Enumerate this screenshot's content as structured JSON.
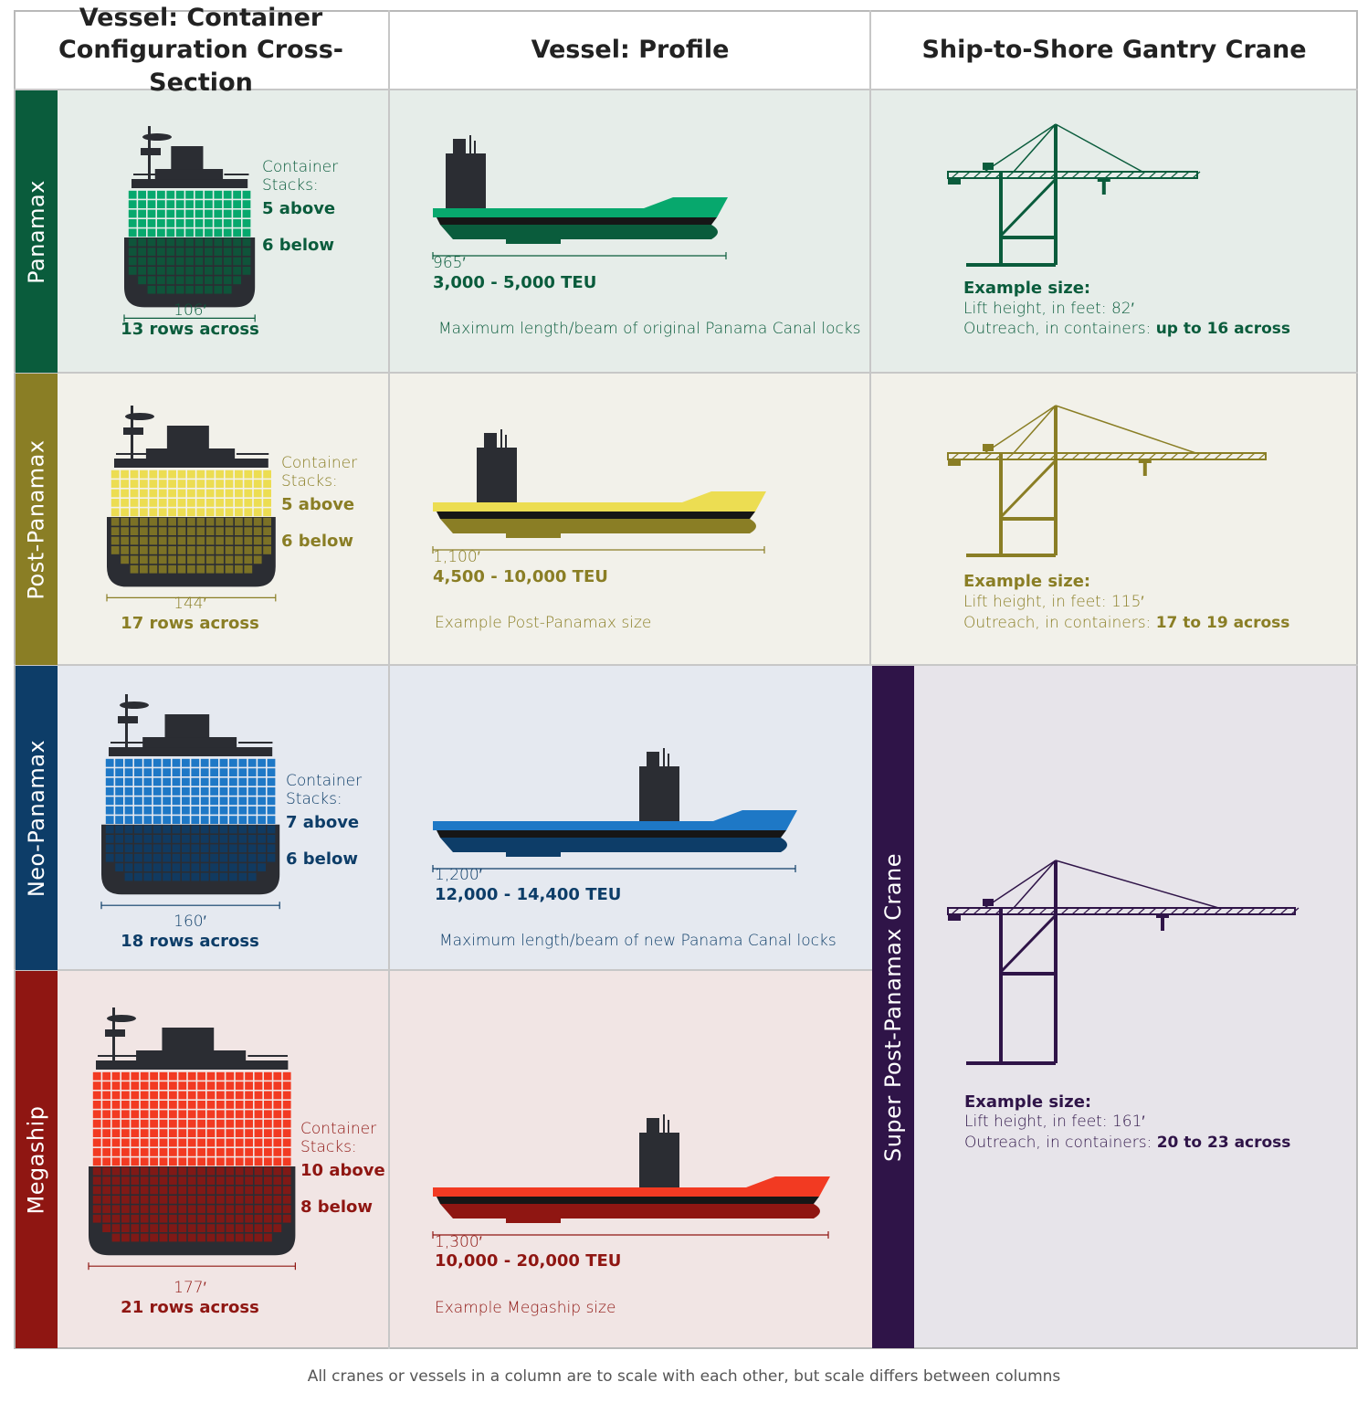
{
  "headers": {
    "col1": "Vessel: Container Configuration Cross-Section",
    "col2": "Vessel: Profile",
    "col3": "Ship-to-Shore Gantry Crane"
  },
  "colors": {
    "panamax": "#0a5c3c",
    "panamax_light": "#07a86d",
    "panamax_bg": "#e6ede9",
    "post": "#8a7e25",
    "post_light": "#ecdd52",
    "post_bg": "#f2f1ea",
    "neo": "#0d3d68",
    "neo_light": "#1e78c6",
    "neo_bg": "#e5e9f0",
    "mega": "#8f1612",
    "mega_light": "#f23a22",
    "mega_bg": "#f1e5e4",
    "super": "#2f1448",
    "super_bg": "#e7e4ea",
    "dark_ship": "#2b2d33"
  },
  "rows": [
    {
      "name": "Panamax",
      "stacks_label": "Container",
      "stacks_label2": "Stacks:",
      "above": "5 above",
      "below": "6 below",
      "beam": "106′",
      "rows_across": "13 rows across",
      "length": "965′",
      "teu": "3,000 - 5,000 TEU",
      "note": "Maximum length/beam of original Panama Canal locks",
      "crane_title": "Example size:",
      "crane_lift": "Lift height, in feet: 82′",
      "crane_out_prefix": "Outreach, in containers:",
      "crane_out_value": "up to 16 across"
    },
    {
      "name": "Post-Panamax",
      "stacks_label": "Container",
      "stacks_label2": "Stacks:",
      "above": "5 above",
      "below": "6 below",
      "beam": "144′",
      "rows_across": "17 rows across",
      "length": "1,100′",
      "teu": "4,500 - 10,000 TEU",
      "note": "Example Post-Panamax size",
      "crane_title": "Example size:",
      "crane_lift": "Lift height, in feet: 115′",
      "crane_out_prefix": "Outreach, in containers:",
      "crane_out_value": "17 to 19 across"
    },
    {
      "name": "Neo-Panamax",
      "stacks_label": "Container",
      "stacks_label2": "Stacks:",
      "above": "7 above",
      "below": "6 below",
      "beam": "160′",
      "rows_across": "18 rows across",
      "length": "1,200′",
      "teu": "12,000 - 14,400 TEU",
      "note": "Maximum length/beam of new Panama Canal locks"
    },
    {
      "name": "Megaship",
      "stacks_label": "Container",
      "stacks_label2": "Stacks:",
      "above": "10 above",
      "below": "8 below",
      "beam": "177′",
      "rows_across": "21 rows across",
      "length": "1,300′",
      "teu": "10,000 - 20,000 TEU",
      "note": "Example Megaship size"
    }
  ],
  "super_crane": {
    "name": "Super Post-Panamax Crane",
    "crane_title": "Example size:",
    "crane_lift": "Lift height, in feet: 161′",
    "crane_out_prefix": "Outreach, in containers:",
    "crane_out_value": "20 to 23 across"
  },
  "footer": "All cranes or vessels in a column are to scale with each other, but scale differs between columns"
}
